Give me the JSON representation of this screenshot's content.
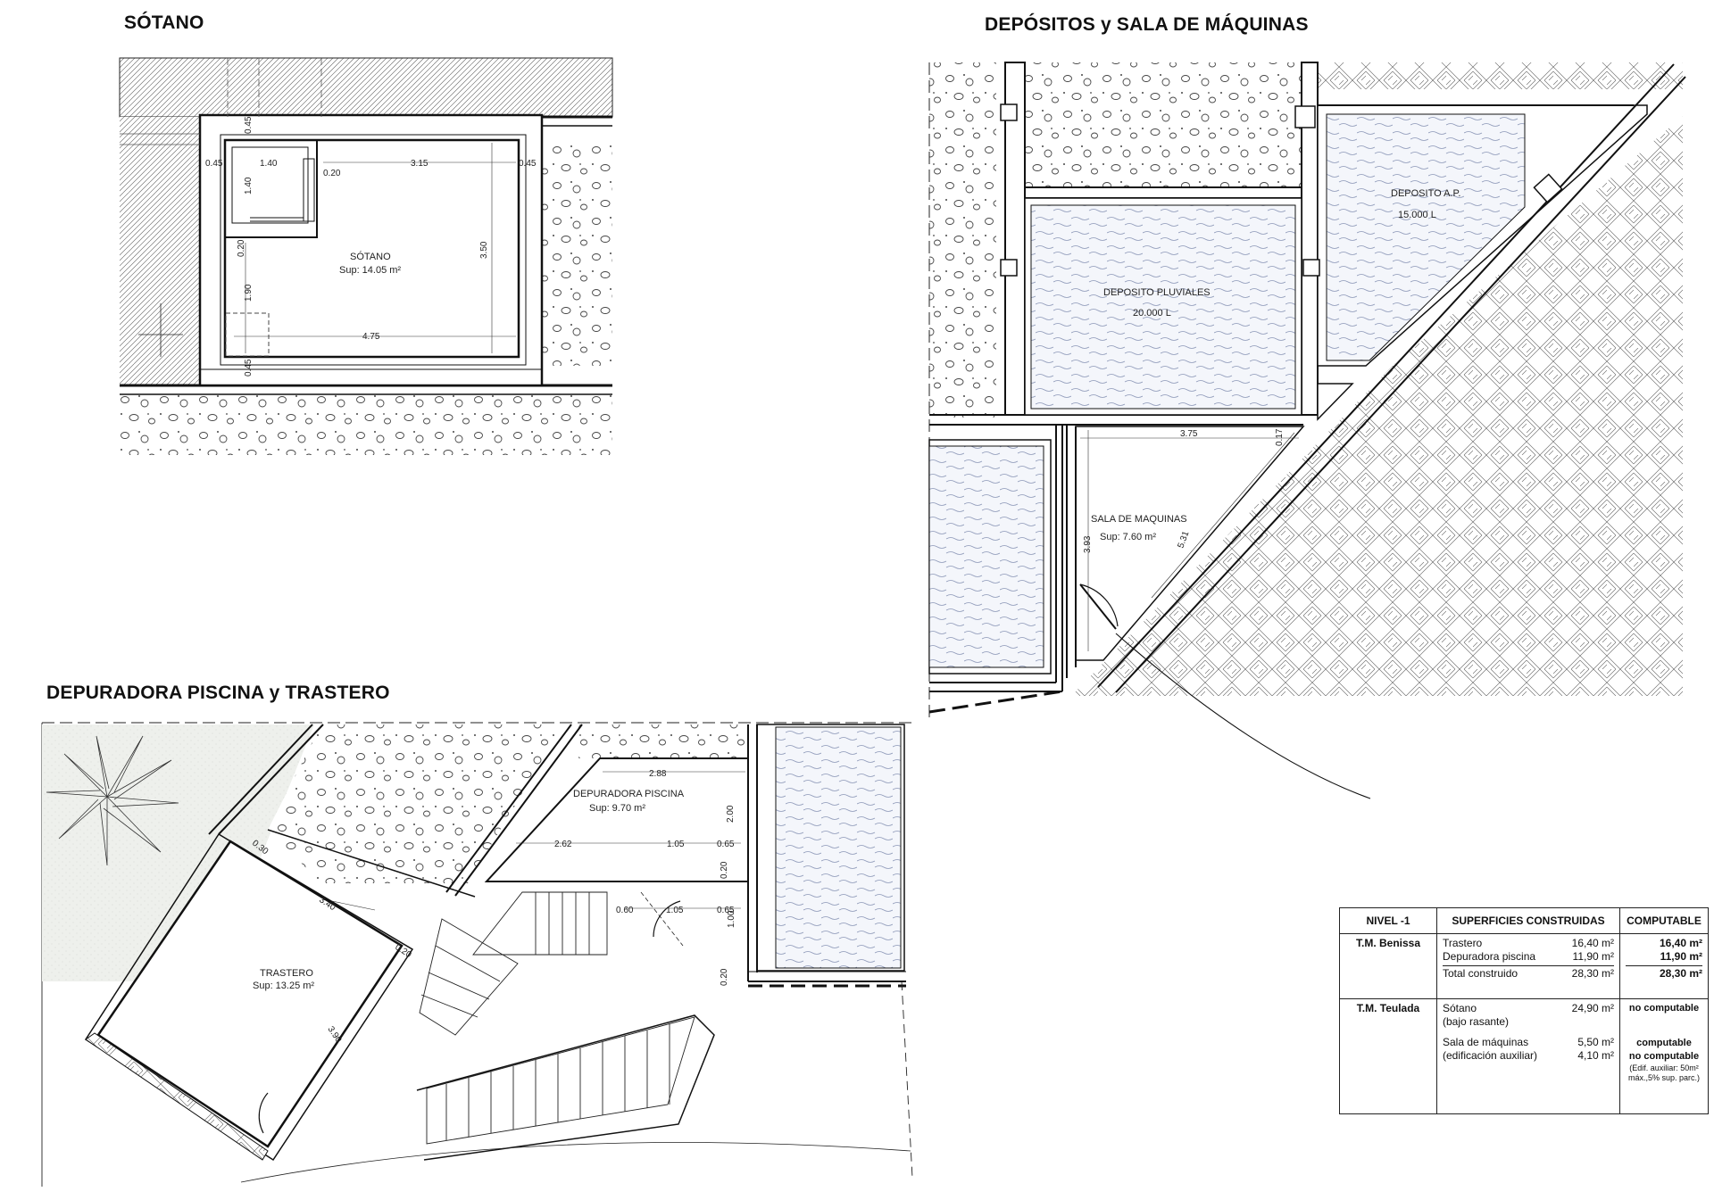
{
  "titles": {
    "sotano": "SÓTANO",
    "depositos": "DEPÓSITOS y SALA DE MÁQUINAS",
    "depuradora": "DEPURADORA PISCINA y TRASTERO"
  },
  "rooms": {
    "sotano": {
      "name": "SÓTANO",
      "area": "Sup: 14.05 m²"
    },
    "pluviales": {
      "name": "DEPOSITO PLUVIALES",
      "capacity": "20.000 L"
    },
    "ap": {
      "name": "DEPOSITO A.P.",
      "capacity": "15.000 L"
    },
    "maquinas": {
      "name": "SALA DE MAQUINAS",
      "area": "Sup: 7.60 m²"
    },
    "depuradora": {
      "name": "DEPURADORA PISCINA",
      "area": "Sup: 9.70 m²"
    },
    "trastero": {
      "name": "TRASTERO",
      "area": "Sup: 13.25 m²"
    }
  },
  "dimensions": {
    "sotano": [
      "0.45",
      "0.45",
      "1.40",
      "1.40",
      "0.20",
      "3.15",
      "0.45",
      "3.50",
      "0.20",
      "1.90",
      "4.75",
      "0.45"
    ],
    "maquinas": [
      "3.75",
      "0.17",
      "3.93",
      "5.31"
    ],
    "depuradora": [
      "2.88",
      "2.00",
      "2.62",
      "1.05",
      "0.65",
      "0.20",
      "0.60",
      "1.05",
      "0.65",
      "1.00",
      "0.20"
    ],
    "trastero": [
      "0.30",
      "3.40",
      "0.20",
      "3.90"
    ]
  },
  "table": {
    "headers": [
      "NIVEL -1",
      "SUPERFICIES CONSTRUIDAS",
      "COMPUTABLE"
    ],
    "benissa": {
      "zone": "T.M. Benissa",
      "rows": [
        {
          "name": "Trastero",
          "area": "16,40 m²",
          "computable": "16,40 m²"
        },
        {
          "name": "Depuradora piscina",
          "area": "11,90 m²",
          "computable": "11,90 m²"
        },
        {
          "name": "Total construido",
          "area": "28,30 m²",
          "computable": "28,30 m²"
        }
      ]
    },
    "teulada": {
      "zone": "T.M. Teulada",
      "sotano": {
        "name": "Sótano",
        "sub": "(bajo rasante)",
        "area": "24,90 m²",
        "computable": "no computable"
      },
      "maquinas": {
        "name": "Sala de máquinas",
        "area": "5,50 m²",
        "computable": "computable"
      },
      "auxiliar": {
        "name": "(edificación auxiliar)",
        "area": "4,10 m²",
        "computable": "no computable"
      },
      "note1": "(Edif. auxiliar: 50m²",
      "note2": "máx.,5% sup. parc.)"
    }
  }
}
